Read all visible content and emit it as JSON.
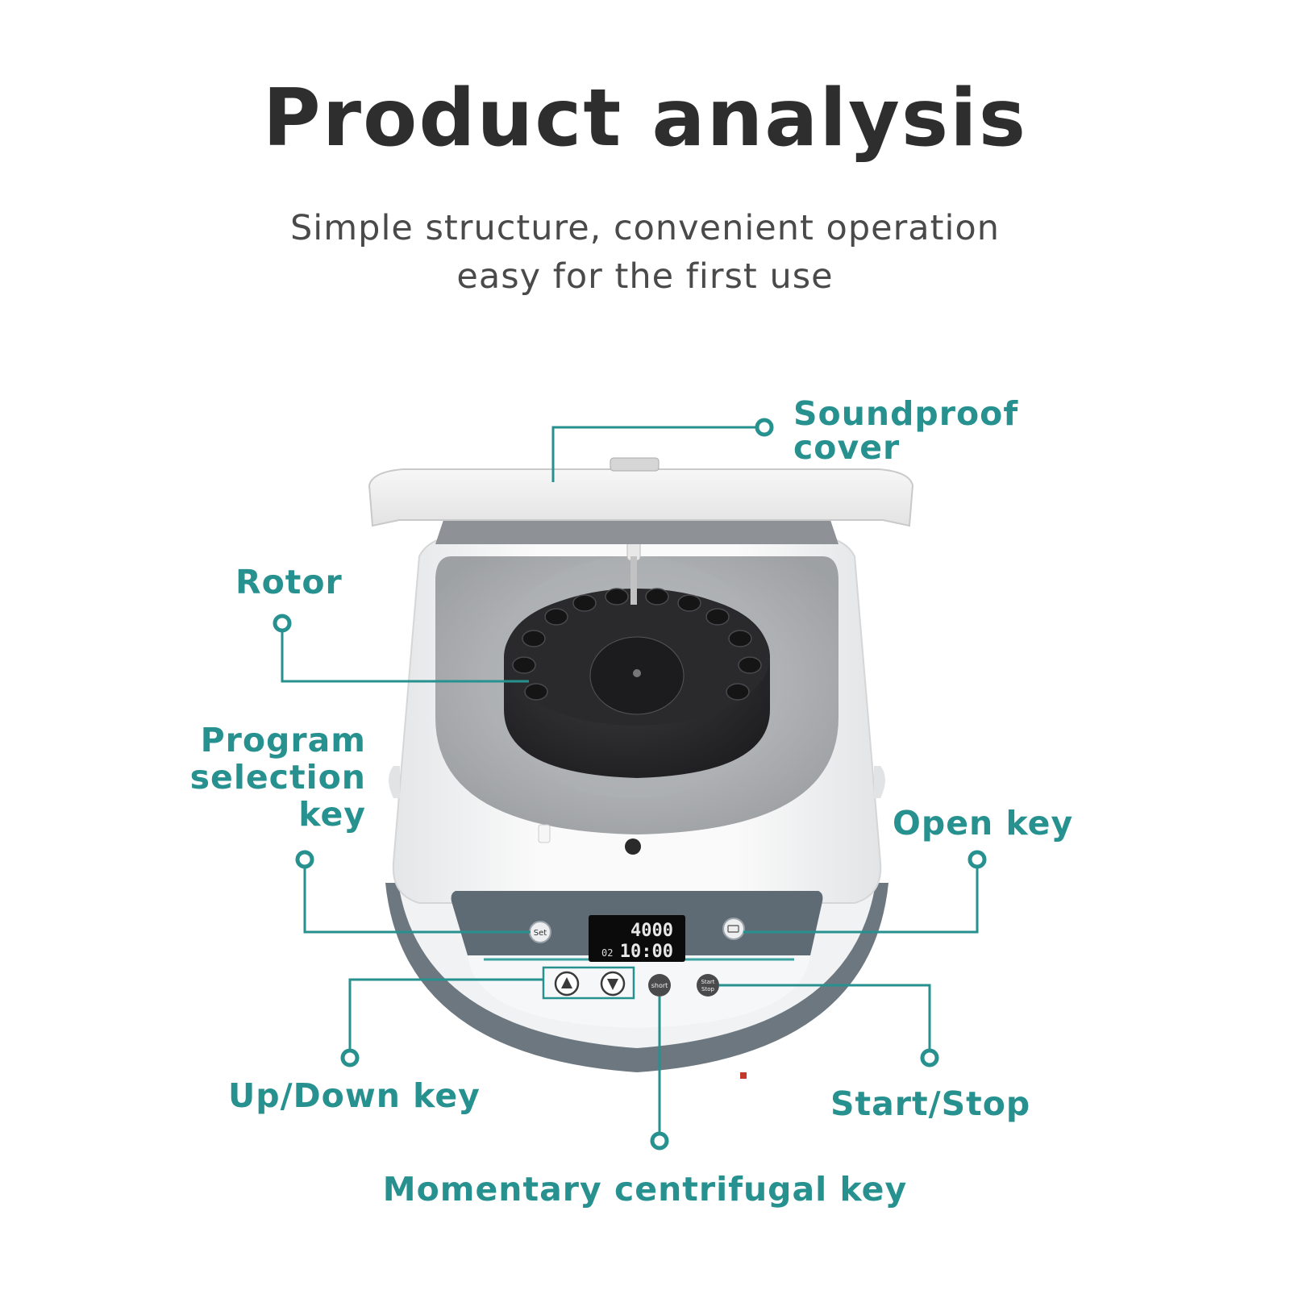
{
  "header": {
    "title": "Product analysis",
    "subtitle_line1": "Simple structure, convenient operation",
    "subtitle_line2": "easy for the first use"
  },
  "callouts": {
    "soundproof_cover_1": "Soundproof",
    "soundproof_cover_2": "cover",
    "rotor": "Rotor",
    "program_selection_1": "Program",
    "program_selection_2": "selection",
    "program_selection_3": "key",
    "open_key": "Open key",
    "up_down_key": "Up/Down key",
    "start_stop": "Start/Stop",
    "momentary_key": "Momentary centrifugal key"
  },
  "device": {
    "display_speed": "4000",
    "display_time": "10:00",
    "display_program": "02",
    "set_button": "Set",
    "short_button": "short",
    "start_stop_line1": "Start",
    "start_stop_line2": "Stop"
  },
  "colors": {
    "accent": "#27918f",
    "title": "#2e2e2e",
    "body_white": "#f3f3f3",
    "panel_grey": "#5f6b74",
    "rotor": "#2d2d2f"
  }
}
